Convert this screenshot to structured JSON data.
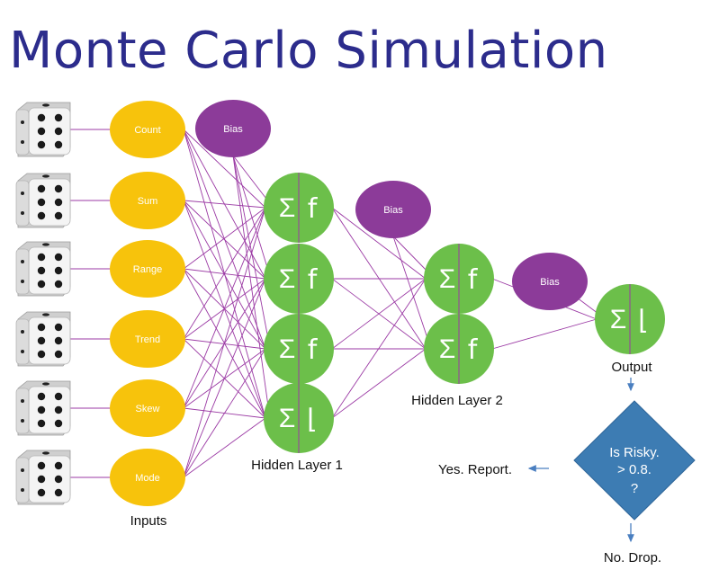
{
  "title": "Monte Carlo Simulation",
  "colors": {
    "title": "#2c2c8c",
    "input_node": "#f7c30c",
    "bias_node": "#8c3b99",
    "neuron": "#6cbf4a",
    "edge": "#9b3aa4",
    "decision": "#3d7cb3",
    "arrow": "#4a7fc0"
  },
  "inputs": [
    "Count",
    "Sum",
    "Range",
    "Trend",
    "Skew",
    "Mode"
  ],
  "inputs_caption": "Inputs",
  "bias_label": "Bias",
  "neuron_symbol_sum": "Σ",
  "neuron_symbol_f": "f",
  "neuron_symbol_step": "⌊",
  "hidden_layer_1_caption": "Hidden Layer 1",
  "hidden_layer_2_caption": "Hidden Layer 2",
  "output_caption": "Output",
  "decision": {
    "line1": "Is Risky.",
    "line2": "> 0.8.",
    "line3": "?"
  },
  "yes_text": "Yes. Report.",
  "no_text": "No. Drop.",
  "dice_icon": "dice-six-icon"
}
